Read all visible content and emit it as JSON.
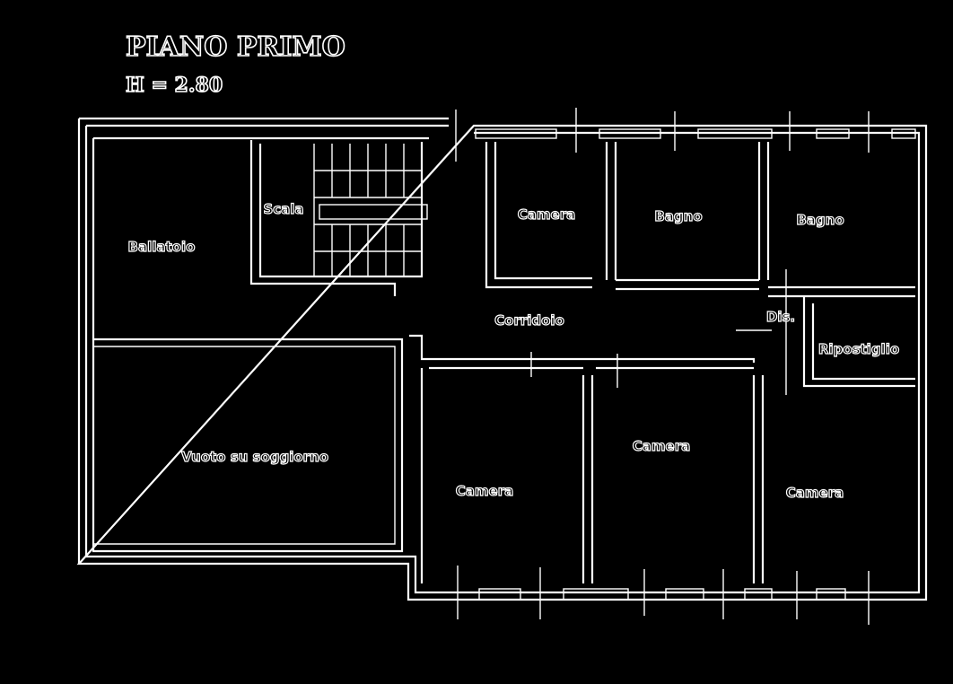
{
  "header": {
    "title": "PIANO PRIMO",
    "height_note": "H = 2.80"
  },
  "rooms": {
    "ballatoio": "Ballatoio",
    "scala": "Scala",
    "camera_top": "Camera",
    "bagno_1": "Bagno",
    "bagno_2": "Bagno",
    "corridoio": "Corridoio",
    "dis": "Dis.",
    "ripostiglio": "Ripostiglio",
    "vuoto": "Vuoto su soggiorno",
    "camera_bottom_left": "Camera",
    "camera_bottom_mid": "Camera",
    "camera_bottom_right": "Camera"
  }
}
